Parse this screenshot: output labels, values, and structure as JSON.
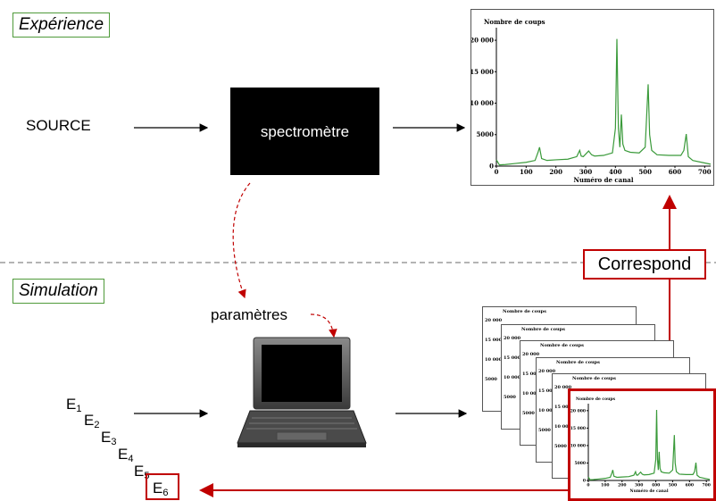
{
  "sections": {
    "experience": "Expérience",
    "simulation": "Simulation"
  },
  "source_label": "SOURCE",
  "spectrometer_label": "spectromètre",
  "parameters_label": "paramètres",
  "correspond_label": "Correspond",
  "energies": [
    {
      "base": "E",
      "sub": "1"
    },
    {
      "base": "E",
      "sub": "2"
    },
    {
      "base": "E",
      "sub": "3"
    },
    {
      "base": "E",
      "sub": "4"
    },
    {
      "base": "E",
      "sub": "5"
    },
    {
      "base": "E",
      "sub": "6"
    }
  ],
  "colors": {
    "accent_red": "#c00000",
    "section_border": "#4f9a3a",
    "spectrum_line": "#3a9a3a"
  },
  "chart_data": {
    "type": "line",
    "title": "Nombre de coups",
    "xlabel": "Numéro de canal",
    "ylabel": "Nombre de coups",
    "xlim": [
      0,
      720
    ],
    "ylim": [
      0,
      22000
    ],
    "x_ticks": [
      "0",
      "100",
      "200",
      "300",
      "400",
      "500",
      "600",
      "700"
    ],
    "y_ticks": [
      "20 000",
      "15 000",
      "10 000",
      "5000",
      "0"
    ],
    "series": [
      {
        "x": [
          0,
          10,
          30,
          60,
          100,
          130,
          140,
          145,
          152,
          170,
          200,
          240,
          270,
          280,
          285,
          292,
          310,
          320,
          330,
          360,
          390,
          400,
          405,
          410,
          415,
          420,
          425,
          432,
          450,
          480,
          500,
          510,
          515,
          522,
          540,
          580,
          620,
          630,
          638,
          645,
          660,
          700,
          720
        ],
        "values": [
          1000,
          200,
          250,
          400,
          600,
          900,
          2200,
          3000,
          1200,
          900,
          1000,
          1100,
          1500,
          2500,
          1600,
          1500,
          2400,
          1800,
          1600,
          1700,
          2100,
          6000,
          20200,
          6000,
          3000,
          8200,
          3500,
          2500,
          2200,
          2100,
          3000,
          13000,
          5000,
          2500,
          1800,
          1700,
          1700,
          2500,
          5100,
          1500,
          900,
          500,
          300
        ]
      }
    ]
  }
}
